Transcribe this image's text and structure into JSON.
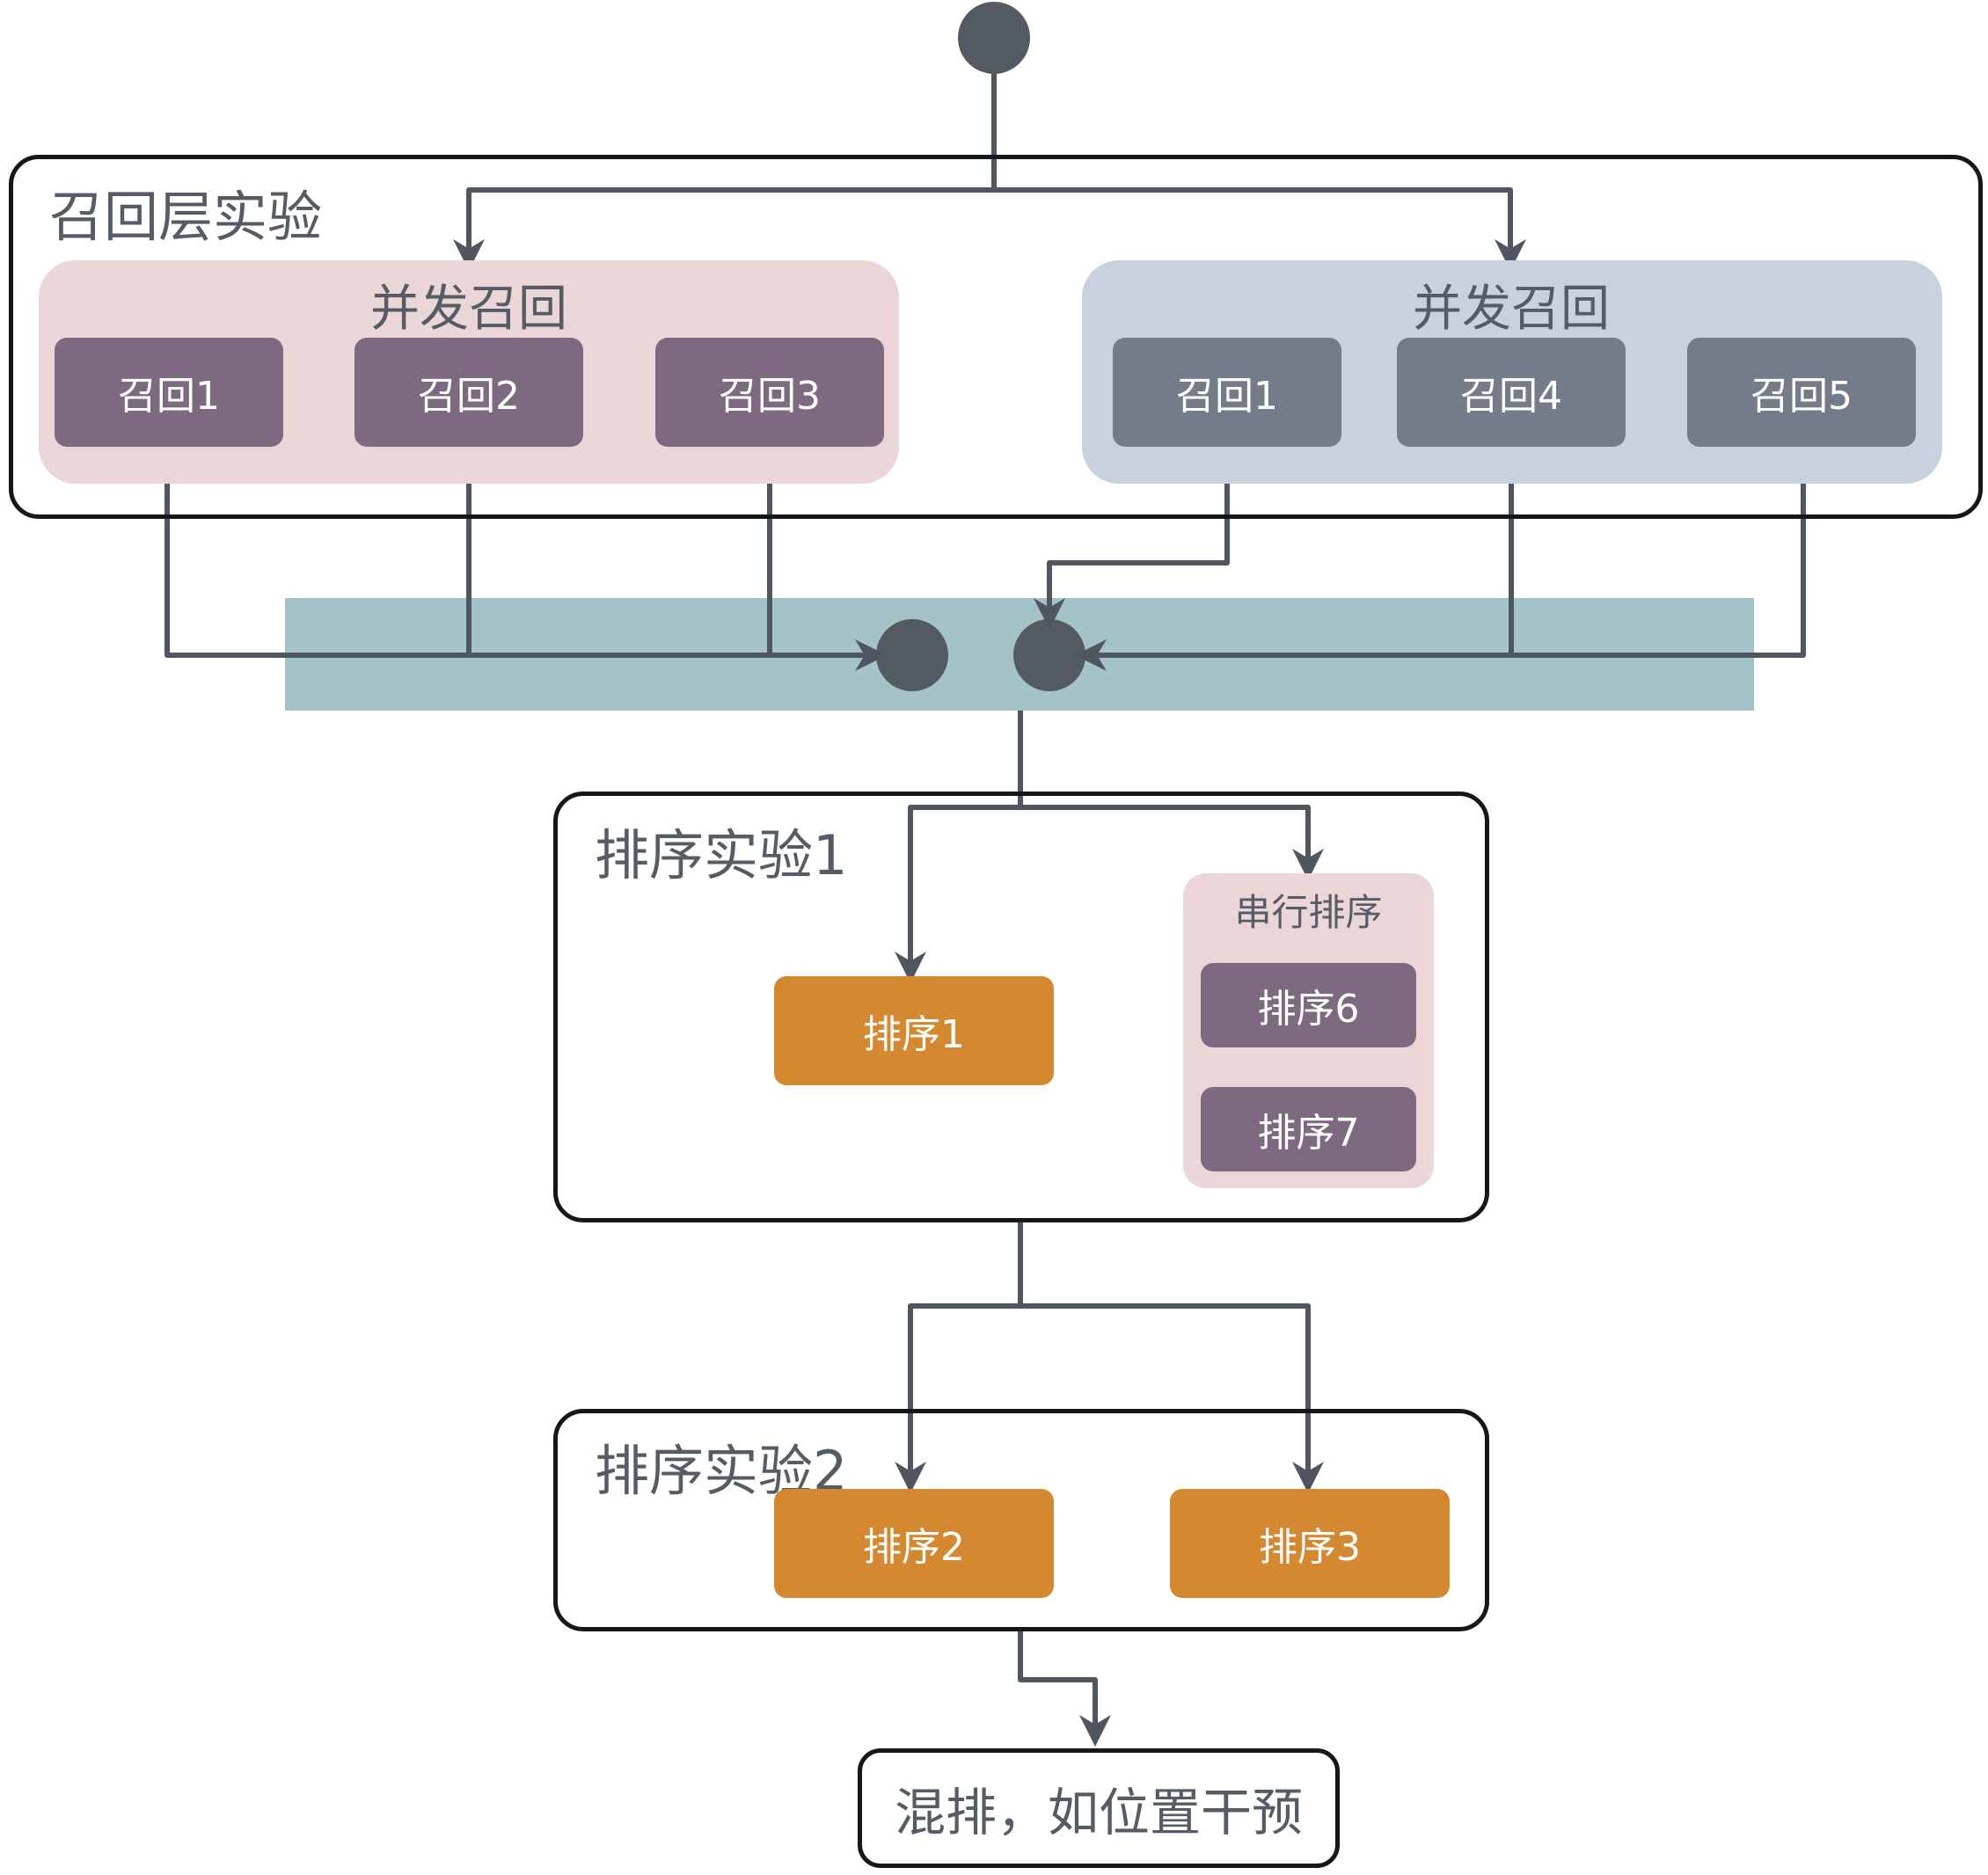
{
  "recall_experiment": {
    "title": "召回层实验",
    "left_group": {
      "label": "并发召回",
      "items": [
        "召回1",
        "召回2",
        "召回3"
      ]
    },
    "right_group": {
      "label": "并发召回",
      "items": [
        "召回1",
        "召回4",
        "召回5"
      ]
    }
  },
  "rank_experiment_1": {
    "title": "排序实验1",
    "rank_box": "排序1",
    "serial_group": {
      "label": "串行排序",
      "items": [
        "排序6",
        "排序7"
      ]
    }
  },
  "rank_experiment_2": {
    "title": "排序实验2",
    "items": [
      "排序2",
      "排序3"
    ]
  },
  "final_step": {
    "label": "混排，如位置干预"
  },
  "colors": {
    "line": "#4f5660",
    "node_dark": "#545a62",
    "merge_band": "#a3c3c8",
    "left_group_bg": "#ebd6d7",
    "right_group_bg": "#c9d1df",
    "recall_purple": "#7e6a80",
    "recall_slate": "#747c89",
    "rank_orange": "#d48830"
  }
}
